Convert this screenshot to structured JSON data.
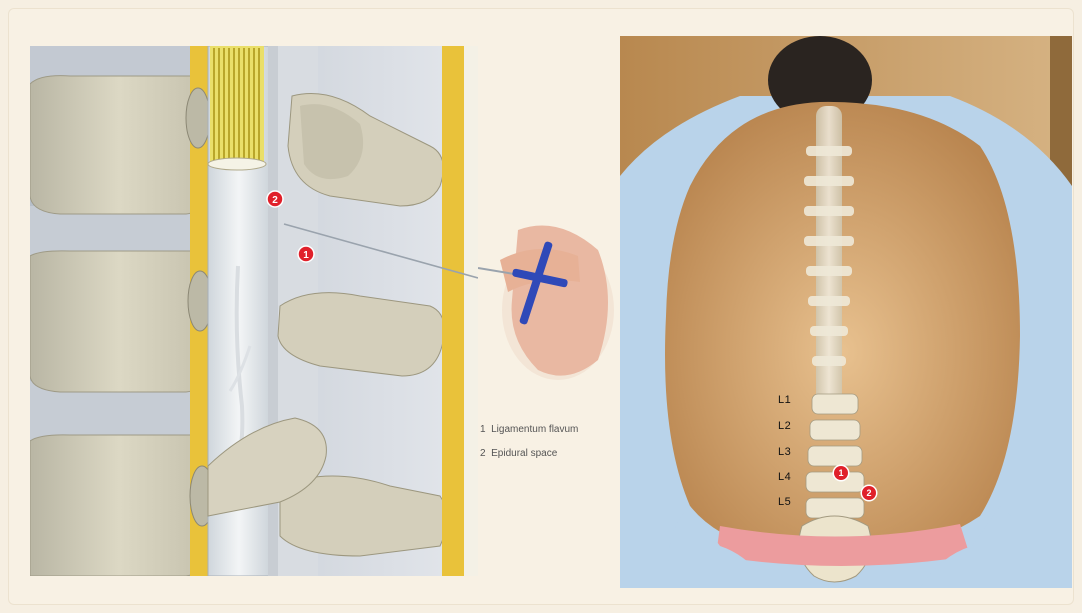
{
  "left_diagram": {
    "markers": [
      "1",
      "2"
    ]
  },
  "legend": {
    "items": [
      {
        "number": "1",
        "text": "Ligamentum flavum"
      },
      {
        "number": "2",
        "text": "Epidural space"
      }
    ]
  },
  "right_photo": {
    "levels": [
      "L1",
      "L2",
      "L3",
      "L4",
      "L5"
    ],
    "markers": [
      "1",
      "2"
    ]
  },
  "colors": {
    "ligament_yellow": "#e9c23a",
    "bone": "#d6d0bd",
    "marker_red": "#e0202a",
    "needle_blue": "#2f49b8",
    "gown_blue": "#b9d3ea"
  }
}
